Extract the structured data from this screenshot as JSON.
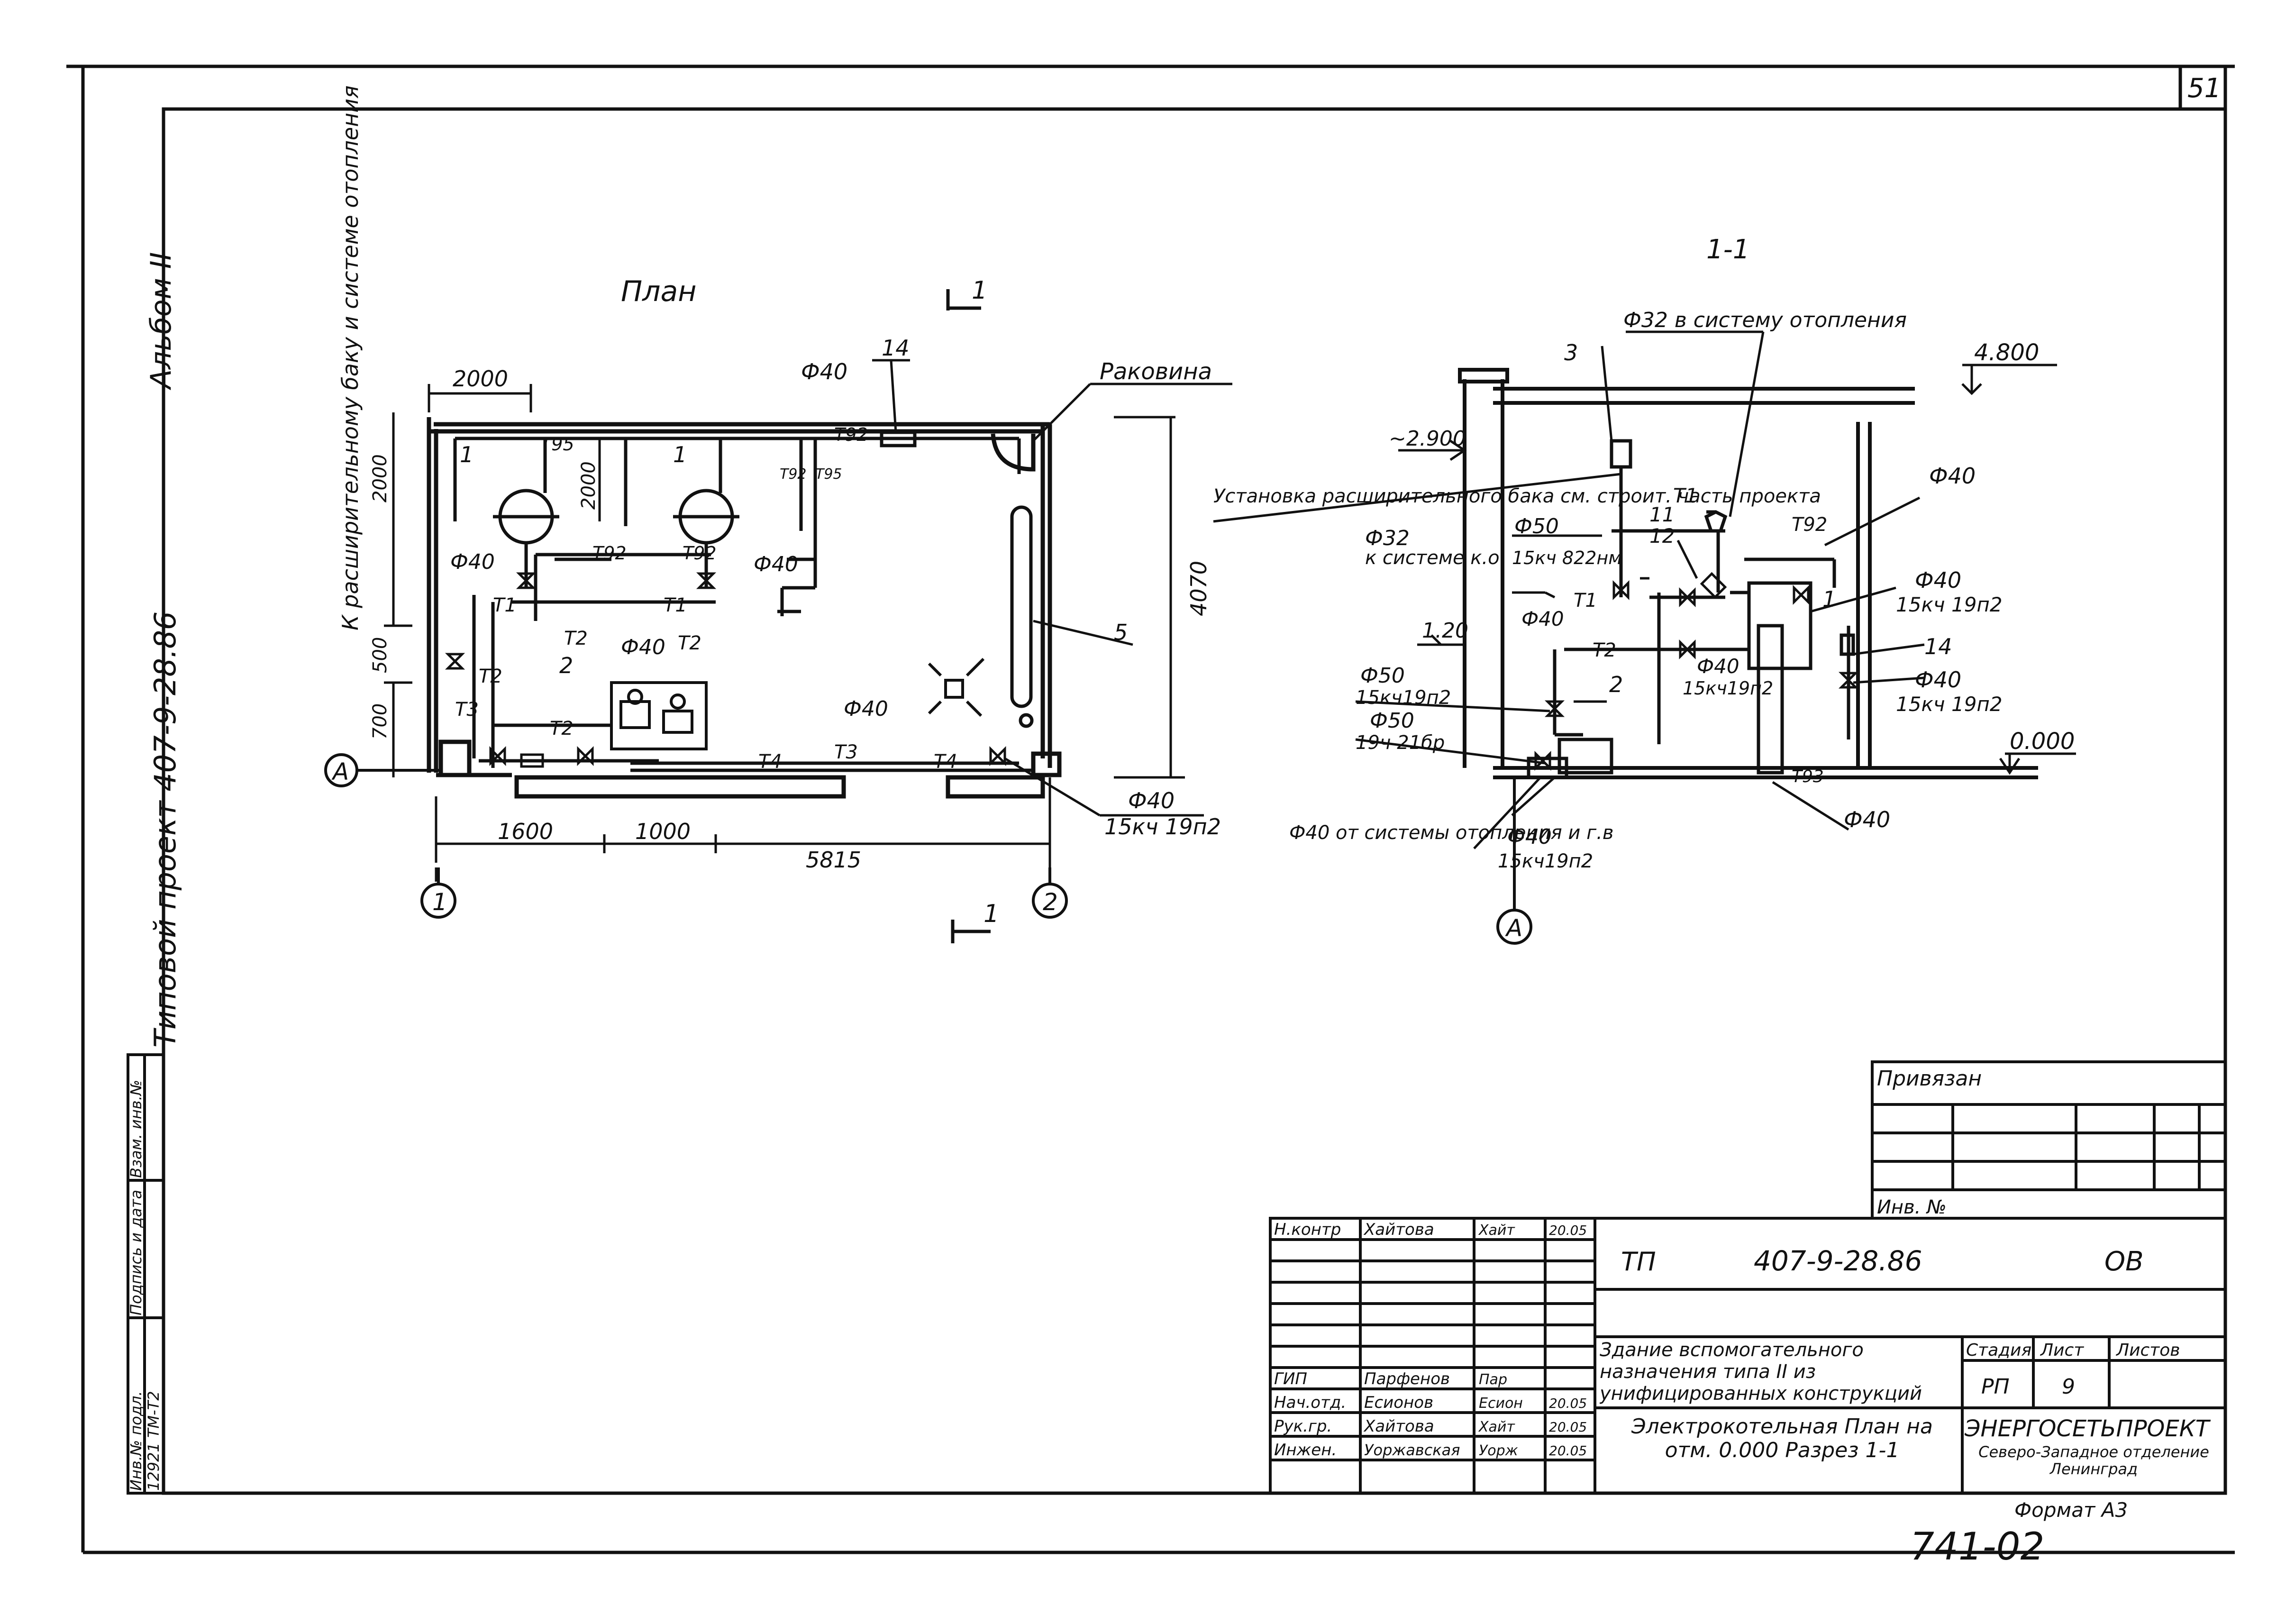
{
  "sheet": {
    "number": "51",
    "album": "Альбом II",
    "project": "Типовой проект 407-9-28.86",
    "format": "Формат А3",
    "stamp_code": "741-02"
  },
  "left_strip": {
    "labels": [
      "Инв.№ подл.",
      "Подпись и дата",
      "Взам. инв.№"
    ],
    "values": [
      "12921 ТМ-Т2",
      "",
      ""
    ]
  },
  "plan": {
    "title": "План",
    "section_mark": "1",
    "note_expansion": "К расширительному баку и системе отопления",
    "sink": "Раковина",
    "dims": {
      "w2000": "2000",
      "v2000a": "2000",
      "v2000b": "2000",
      "d500": "500",
      "d700": "700",
      "d1600": "1600",
      "d1000": "1000",
      "d5815": "5815",
      "d4070": "4070"
    },
    "axes": {
      "a": "А",
      "ax1": "1",
      "ax2": "2"
    },
    "labels": {
      "phi40a": "Ф40",
      "phi40b": "Ф40",
      "phi40c": "Ф40",
      "phi40d": "Ф40",
      "phi40e": "Ф40",
      "phi40f": "Ф40",
      "valve_code": "15кч 19п2",
      "t95": "Т95",
      "t95b": "Т95",
      "t92a": "Т92",
      "t92b": "Т92",
      "t92c": "Т92",
      "t92d": "Т92",
      "t1a": "Т1",
      "t1b": "Т1",
      "t2a": "Т2",
      "t2b": "Т2",
      "t2c": "Т2",
      "t2d": "Т2",
      "t3a": "Т3",
      "t3b": "Т3",
      "t4a": "Т4",
      "t4b": "Т4"
    },
    "items": {
      "n1a": "1",
      "n1b": "1",
      "n2": "2",
      "n5": "5",
      "n14": "14"
    }
  },
  "section": {
    "title": "1-1",
    "to_heating": "Ф32 в систему отопления",
    "level_4800": "4.800",
    "level_2900": "~2.900",
    "level_120": "1.20",
    "level_0": "0.000",
    "expansion_tank": "Установка расширительного бака см. строит. часть проекта",
    "phi32_sys": "Ф32",
    "to_system": "к системе к.о",
    "phi50a": "Ф50",
    "code_822": "15кч 822нм",
    "phi50b": "Ф50",
    "code_19p2a": "15кч19п2",
    "phi50c": "Ф50",
    "code_21br": "19ч 21бр",
    "phi40_from": "Ф40 от системы отопления и г.в",
    "phi40_bot": "Ф40",
    "code_19p2b": "15кч19п2",
    "phi40_mid": "Ф40",
    "code_19p2c": "15кч19п2",
    "phi40_r1": "Ф40",
    "phi40_r2": "Ф40",
    "code_19p2d": "15кч 19п2",
    "phi40_r3": "Ф40",
    "code_19p2e": "15кч 19п2",
    "phi40_floor": "Ф40",
    "phi40_t1": "Ф40",
    "t1": "Т1",
    "t1b": "Т1",
    "t2": "Т2",
    "t92": "Т92",
    "t93": "Т93",
    "n3": "3",
    "n11": "11",
    "n12": "12",
    "n1": "1",
    "n2": "2",
    "n14": "14",
    "axis_a": "А"
  },
  "title_block": {
    "privyazan": "Привязан",
    "inv_n": "Инв. №",
    "roles": [
      {
        "role": "Н.контр",
        "name": "Хайтова",
        "sign": "Хайт",
        "date": "20.05"
      },
      {
        "role": "ГИП",
        "name": "Парфенов",
        "sign": "Пар",
        "date": ""
      },
      {
        "role": "Нач.отд.",
        "name": "Есионов",
        "sign": "Есион",
        "date": "20.05"
      },
      {
        "role": "Рук.гр.",
        "name": "Хайтова",
        "sign": "Хайт",
        "date": "20.05"
      },
      {
        "role": "Инжен.",
        "name": "Уоржавская",
        "sign": "Уорж",
        "date": "20.05"
      }
    ],
    "tp": "ТП",
    "code": "407-9-28.86",
    "mark": "ОВ",
    "building": "Здание вспомогательного назначения типа II из унифицированных конструкций",
    "stage_h": "Стадия",
    "sheet_h": "Лист",
    "sheets_h": "Листов",
    "stage": "РП",
    "sheet": "9",
    "sheets": "",
    "drawing": "Электрокотельная План на отм. 0.000 Разрез 1-1",
    "org": "ЭНЕРГОСЕТЬПРОЕКТ",
    "branch": "Северо-Западное отделение Ленинград"
  }
}
